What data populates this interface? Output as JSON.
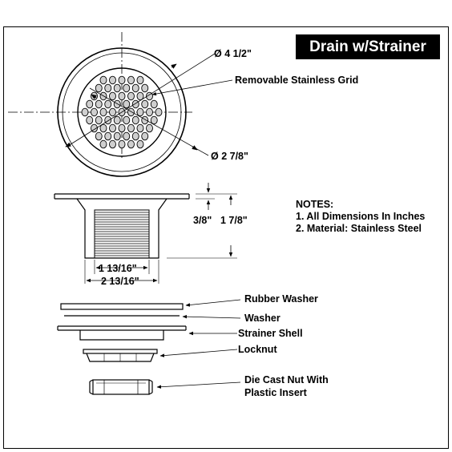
{
  "title": "Drain w/Strainer",
  "dimensions": {
    "outer_diameter": "Ø 4 1/2\"",
    "grid_diameter": "Ø 2 7/8\"",
    "flange_thickness": "3/8\"",
    "body_height": "1 7/8\"",
    "thread_width": "1 13/16\"",
    "body_width": "2 13/16\""
  },
  "callouts": {
    "grid": "Removable Stainless Grid",
    "rubber_washer": "Rubber Washer",
    "washer": "Washer",
    "strainer_shell": "Strainer Shell",
    "locknut": "Locknut",
    "die_cast_nut_line1": "Die Cast Nut With",
    "die_cast_nut_line2": "Plastic Insert"
  },
  "notes": {
    "heading": "NOTES:",
    "items": [
      "1. All Dimensions In Inches",
      "2. Material: Stainless Steel"
    ]
  },
  "colors": {
    "ink": "#000000",
    "title_bg": "#000000",
    "title_fg": "#ffffff",
    "grid_hole_fill": "#cfcfcf"
  }
}
